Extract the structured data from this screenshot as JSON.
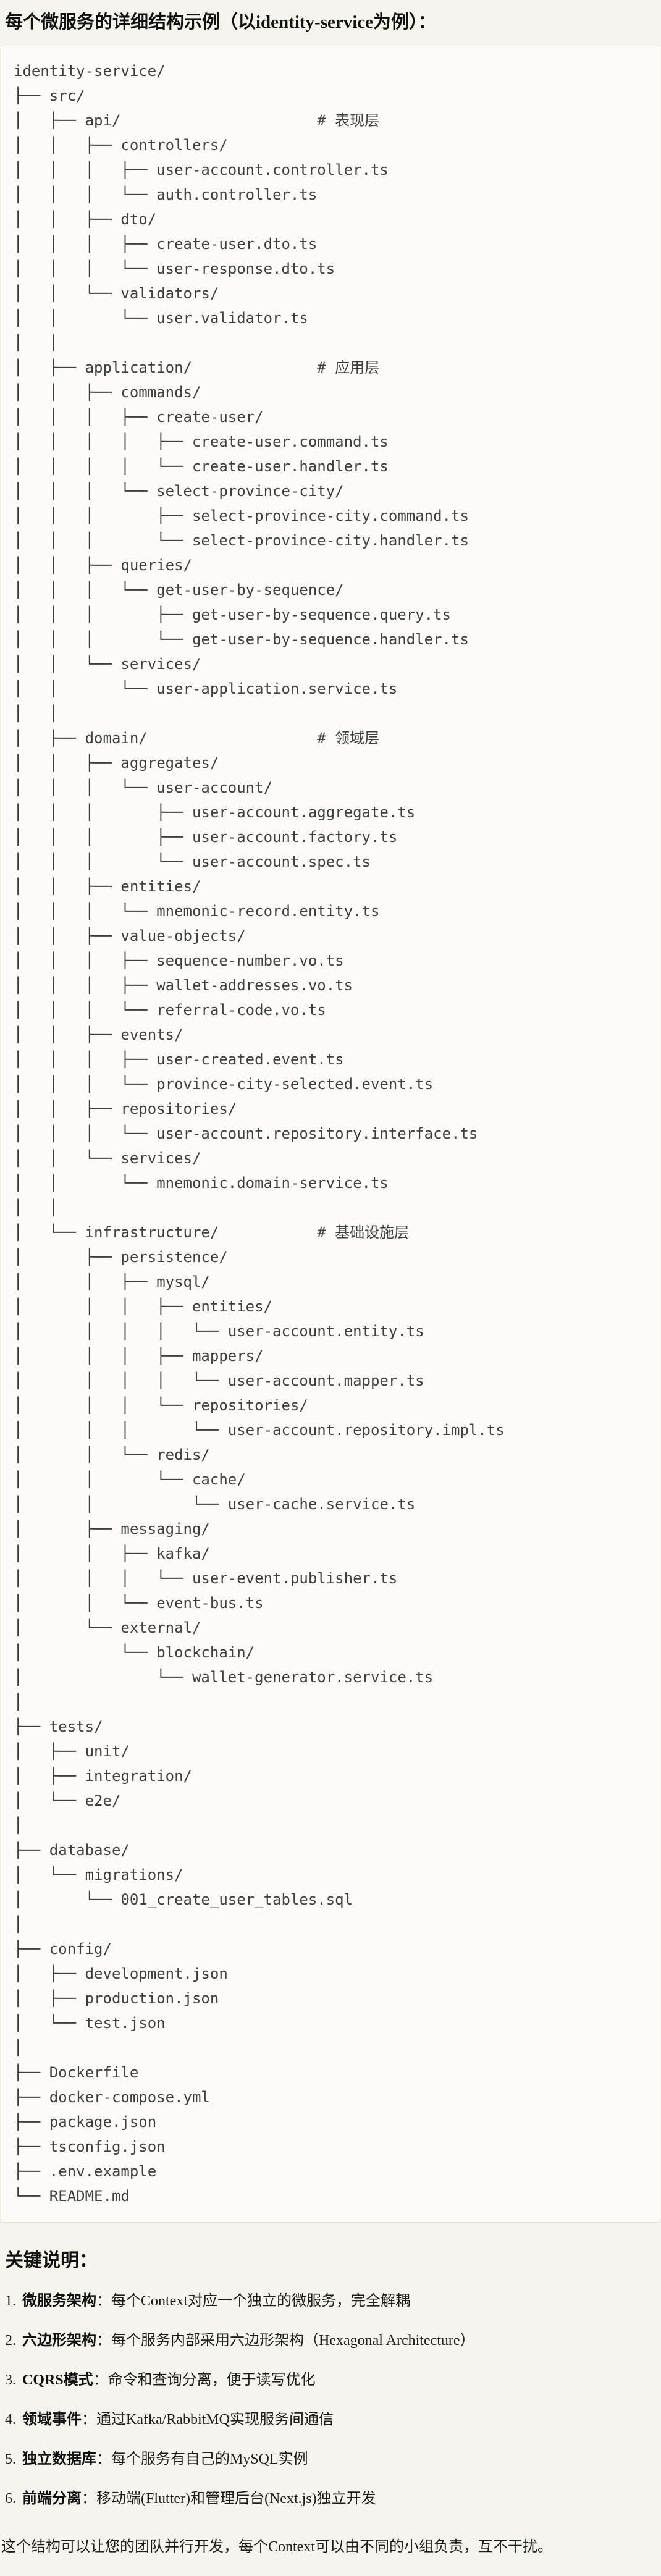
{
  "page": {
    "title": "每个微服务的详细结构示例（以identity-service为例）：",
    "tree": {
      "text": "identity-service/\n├── src/\n│   ├── api/                      # 表现层\n│   │   ├── controllers/\n│   │   │   ├── user-account.controller.ts\n│   │   │   └── auth.controller.ts\n│   │   ├── dto/\n│   │   │   ├── create-user.dto.ts\n│   │   │   └── user-response.dto.ts\n│   │   └── validators/\n│   │       └── user.validator.ts\n│   │\n│   ├── application/              # 应用层\n│   │   ├── commands/\n│   │   │   ├── create-user/\n│   │   │   │   ├── create-user.command.ts\n│   │   │   │   └── create-user.handler.ts\n│   │   │   └── select-province-city/\n│   │   │       ├── select-province-city.command.ts\n│   │   │       └── select-province-city.handler.ts\n│   │   ├── queries/\n│   │   │   └── get-user-by-sequence/\n│   │   │       ├── get-user-by-sequence.query.ts\n│   │   │       └── get-user-by-sequence.handler.ts\n│   │   └── services/\n│   │       └── user-application.service.ts\n│   │\n│   ├── domain/                   # 领域层\n│   │   ├── aggregates/\n│   │   │   └── user-account/\n│   │   │       ├── user-account.aggregate.ts\n│   │   │       ├── user-account.factory.ts\n│   │   │       └── user-account.spec.ts\n│   │   ├── entities/\n│   │   │   └── mnemonic-record.entity.ts\n│   │   ├── value-objects/\n│   │   │   ├── sequence-number.vo.ts\n│   │   │   ├── wallet-addresses.vo.ts\n│   │   │   └── referral-code.vo.ts\n│   │   ├── events/\n│   │   │   ├── user-created.event.ts\n│   │   │   └── province-city-selected.event.ts\n│   │   ├── repositories/\n│   │   │   └── user-account.repository.interface.ts\n│   │   └── services/\n│   │       └── mnemonic.domain-service.ts\n│   │\n│   └── infrastructure/           # 基础设施层\n│       ├── persistence/\n│       │   ├── mysql/\n│       │   │   ├── entities/\n│       │   │   │   └── user-account.entity.ts\n│       │   │   ├── mappers/\n│       │   │   │   └── user-account.mapper.ts\n│       │   │   └── repositories/\n│       │   │       └── user-account.repository.impl.ts\n│       │   └── redis/\n│       │       └── cache/\n│       │           └── user-cache.service.ts\n│       ├── messaging/\n│       │   ├── kafka/\n│       │   │   └── user-event.publisher.ts\n│       │   └── event-bus.ts\n│       └── external/\n│           └── blockchain/\n│               └── wallet-generator.service.ts\n│\n├── tests/\n│   ├── unit/\n│   ├── integration/\n│   └── e2e/\n│\n├── database/\n│   └── migrations/\n│       └── 001_create_user_tables.sql\n│\n├── config/\n│   ├── development.json\n│   ├── production.json\n│   └── test.json\n│\n├── Dockerfile\n├── docker-compose.yml\n├── package.json\n├── tsconfig.json\n├── .env.example\n└── README.md"
    },
    "notes": {
      "heading": "关键说明：",
      "items": [
        {
          "num": "1.",
          "term": "微服务架构",
          "desc": "：每个Context对应一个独立的微服务，完全解耦"
        },
        {
          "num": "2.",
          "term": "六边形架构",
          "desc": "：每个服务内部采用六边形架构（Hexagonal Architecture）"
        },
        {
          "num": "3.",
          "term": "CQRS模式",
          "desc": "：命令和查询分离，便于读写优化"
        },
        {
          "num": "4.",
          "term": "领域事件",
          "desc": "：通过Kafka/RabbitMQ实现服务间通信"
        },
        {
          "num": "5.",
          "term": "独立数据库",
          "desc": "：每个服务有自己的MySQL实例"
        },
        {
          "num": "6.",
          "term": "前端分离",
          "desc": "：移动端(Flutter)和管理后台(Next.js)独立开发"
        }
      ],
      "footer": "这个结构可以让您的团队并行开发，每个Context可以由不同的小组负责，互不干扰。"
    }
  }
}
